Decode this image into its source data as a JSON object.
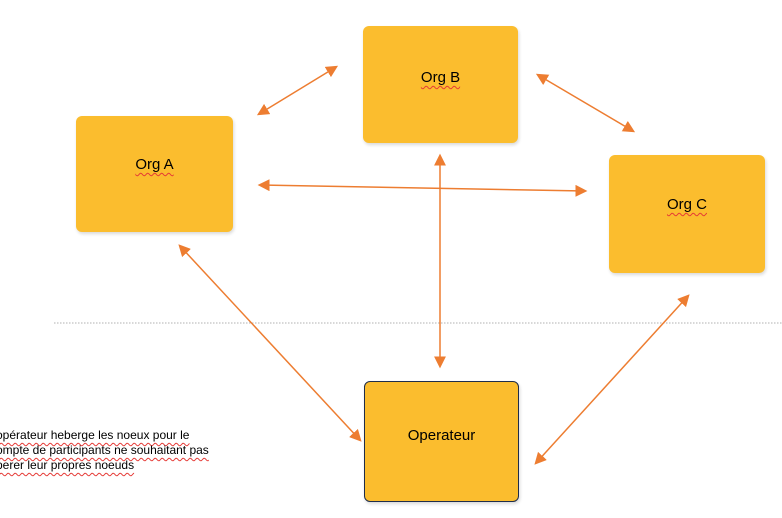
{
  "nodes": {
    "org_a": "Org A",
    "org_b": "Org B",
    "org_c": "Org C",
    "operateur": "Operateur"
  },
  "note": {
    "lines": [
      "opérateur heberge les noeux pour le",
      "ompte de participants ne souhaitant pas",
      "perer leur propres noeuds"
    ]
  },
  "colors": {
    "node_fill": "#fbbd2e",
    "arrow": "#ed7d31",
    "operateur_border": "#1f2d4a",
    "separator": "#b0b0b0",
    "spellcheck_underline": "#e53935"
  }
}
